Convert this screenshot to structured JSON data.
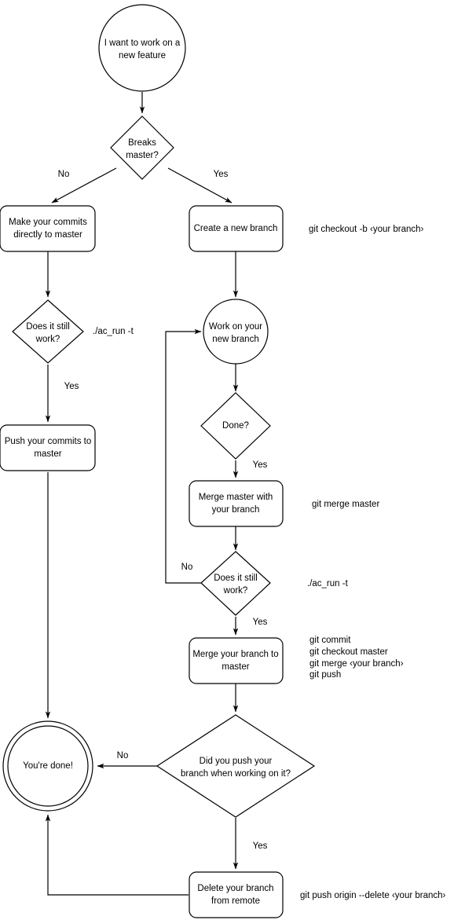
{
  "diagram": {
    "title": "Git branching workflow flowchart",
    "type": "flowchart",
    "background_color": "#ffffff",
    "stroke_color": "#000000",
    "text_color": "#000000"
  },
  "nodes": {
    "start": {
      "shape": "circle",
      "line1": "I want to work on a",
      "line2": "new feature"
    },
    "breaks_master": {
      "shape": "diamond",
      "line1": "Breaks",
      "line2": "master?"
    },
    "make_commits": {
      "shape": "rounded-rect",
      "line1": "Make your commits",
      "line2": "directly to master"
    },
    "create_branch": {
      "shape": "rounded-rect",
      "line1": "Create a new branch",
      "line2": ""
    },
    "still_work_1": {
      "shape": "diamond",
      "line1": "Does it still",
      "line2": "work?"
    },
    "push_commits": {
      "shape": "rounded-rect",
      "line1": "Push your commits to",
      "line2": "master"
    },
    "work_branch": {
      "shape": "circle",
      "line1": "Work on your",
      "line2": "new branch"
    },
    "done_q": {
      "shape": "diamond",
      "line1": "Done?",
      "line2": ""
    },
    "merge_master": {
      "shape": "rounded-rect",
      "line1": "Merge master with",
      "line2": "your branch"
    },
    "still_work_2": {
      "shape": "diamond",
      "line1": "Does it still",
      "line2": "work?"
    },
    "merge_branch": {
      "shape": "rounded-rect",
      "line1": "Merge your branch to",
      "line2": "master"
    },
    "did_push": {
      "shape": "diamond",
      "line1": "Did you push your",
      "line2": "branch when working on it?"
    },
    "delete_branch": {
      "shape": "rounded-rect",
      "line1": "Delete your branch",
      "line2": "from remote"
    },
    "end": {
      "shape": "double-circle",
      "line1": "You're done!",
      "line2": ""
    }
  },
  "edge_labels": {
    "breaks_no": "No",
    "breaks_yes": "Yes",
    "still_work_1_yes": "Yes",
    "done_yes": "Yes",
    "still_work_2_no": "No",
    "still_work_2_yes": "Yes",
    "did_push_no": "No",
    "did_push_yes": "Yes"
  },
  "annotations": {
    "checkout_branch": "git checkout -b ‹your branch›",
    "ac_run_left": "./ac_run -t",
    "merge_master_cmd": "git merge master",
    "ac_run_right": "./ac_run -t",
    "merge_branch_cmds": [
      "git commit",
      "git checkout master",
      "git merge ‹your branch›",
      "git push"
    ],
    "delete_remote_cmd": "git push origin --delete ‹your branch›"
  }
}
